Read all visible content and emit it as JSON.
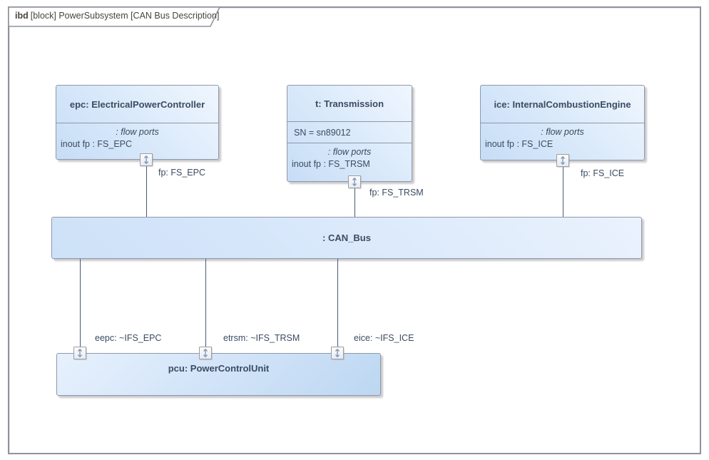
{
  "frame": {
    "keyword": "ibd",
    "title": "[block] PowerSubsystem [CAN Bus Description]"
  },
  "blocks": {
    "epc": {
      "title": "epc: ElectricalPowerController",
      "compartment_heading": ": flow ports",
      "flow_port_attr": "inout fp : FS_EPC",
      "port_label": "fp: FS_EPC"
    },
    "t": {
      "title": "t: Transmission",
      "sn_value": "SN = sn89012",
      "compartment_heading": ": flow ports",
      "flow_port_attr": "inout fp : FS_TRSM",
      "port_label": "fp: FS_TRSM"
    },
    "ice": {
      "title": "ice: InternalCombustionEngine",
      "compartment_heading": ": flow ports",
      "flow_port_attr": "inout fp : FS_ICE",
      "port_label": "fp: FS_ICE"
    },
    "bus": {
      "title": ": CAN_Bus"
    },
    "pcu": {
      "title": "pcu: PowerControlUnit",
      "port_labels": [
        "eepc: ~IFS_EPC",
        "etrsm: ~IFS_TRSM",
        "eice: ~IFS_ICE"
      ]
    }
  },
  "icons": {
    "flow_port": "updown-arrow-icon"
  },
  "colors": {
    "block_fill_light": "#f0f6fe",
    "block_fill_dark": "#c7ddf6",
    "block_border": "#8f98a8",
    "connector": "#4a5972",
    "text": "#3b4b61",
    "frame_border": "#90929b",
    "port_border": "#a49b94",
    "frame_text": "#49443e"
  }
}
